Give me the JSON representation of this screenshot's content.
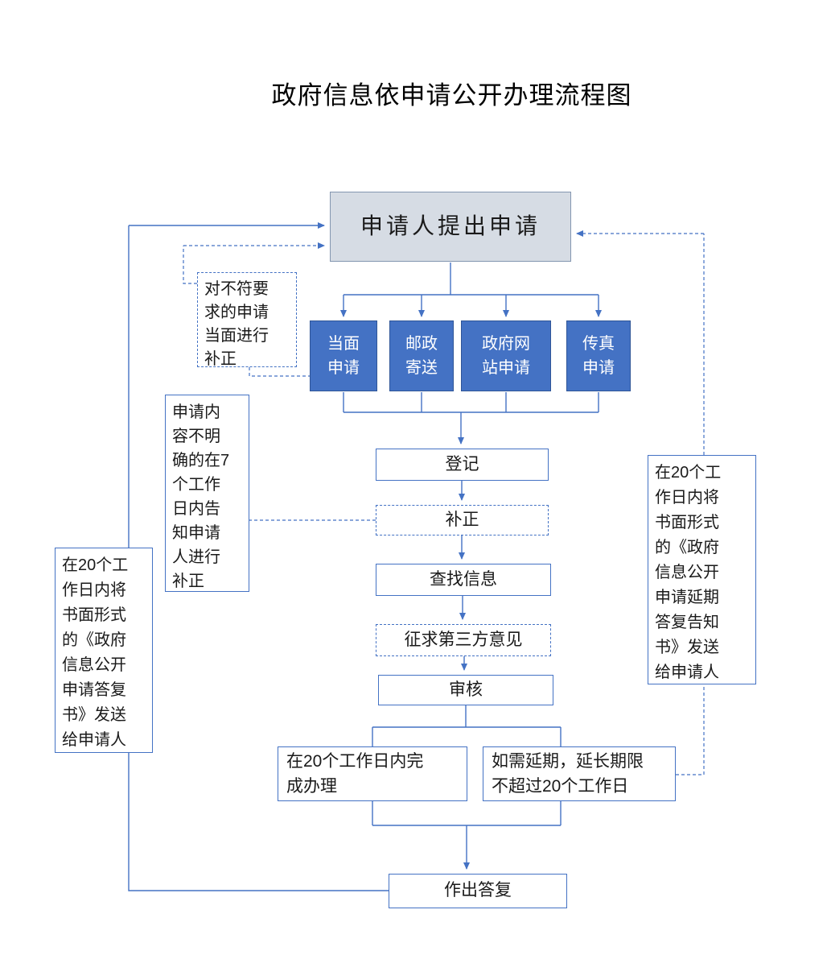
{
  "title": "政府信息依申请公开办理流程图",
  "colors": {
    "line": "#4472C4",
    "node_border": "#4472C4",
    "channel_fill": "#4472C4",
    "channel_border": "#2F5597",
    "channel_text": "#FFFFFF",
    "start_fill": "#D6DCE4",
    "start_border": "#8496B0"
  },
  "nodes": {
    "applicant": {
      "label": "申请人提出申请"
    },
    "channel_in_person": {
      "label": "当面\n申请"
    },
    "channel_postal": {
      "label": "邮政\n寄送"
    },
    "channel_website": {
      "label": "政府网\n站申请"
    },
    "channel_fax": {
      "label": "传真\n申请"
    },
    "register": {
      "label": "登记"
    },
    "correction": {
      "label": "补正"
    },
    "search_info": {
      "label": "查找信息"
    },
    "third_party": {
      "label": "征求第三方意见"
    },
    "review": {
      "label": "审核"
    },
    "complete_20days": {
      "label": "在20个工作日内完\n成办理"
    },
    "extension": {
      "label": "如需延期，延长期限\n不超过20个工作日"
    },
    "reply": {
      "label": "作出答复"
    }
  },
  "notes": {
    "onsite_correction": {
      "label": "对不符要\n求的申请\n当面进行\n补正"
    },
    "unclear_content": {
      "label": "申请内\n容不明\n确的在7\n个工作\n日内告\n知申请\n人进行\n补正"
    },
    "reply_notice": {
      "label": "在20个工\n作日内将\n书面形式\n的《政府\n信息公开\n申请答复\n书》发送\n给申请人"
    },
    "extension_notice": {
      "label": "在20个工\n作日内将\n书面形式\n的《政府\n信息公开\n申请延期\n答复告知\n书》发送\n给申请人"
    }
  }
}
